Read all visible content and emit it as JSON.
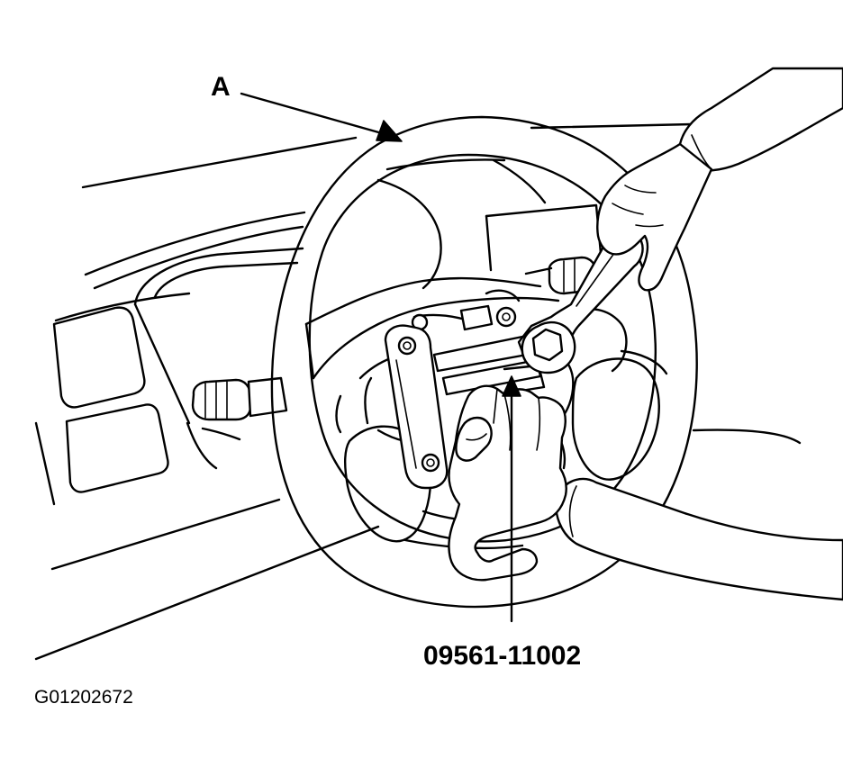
{
  "labels": {
    "callout_a": "A",
    "part_number": "09561-11002",
    "figure_id": "G01202672"
  },
  "colors": {
    "line": "#000000",
    "background": "#ffffff"
  }
}
